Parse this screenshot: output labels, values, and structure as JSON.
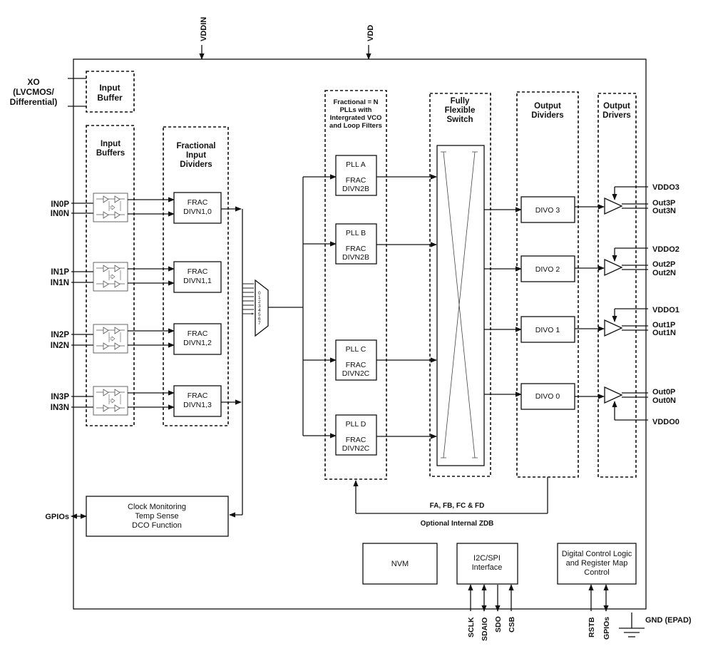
{
  "supplies": {
    "vddin": "VDDIN",
    "vdd": "VDD"
  },
  "xo": {
    "line1": "XO",
    "line2": "(LVCMOS/",
    "line3": "Differential)"
  },
  "input_buffer": {
    "line1": "Input",
    "line2": "Buffer"
  },
  "sections": {
    "input_buffers": [
      "Input",
      "Buffers"
    ],
    "fractional_input_dividers": [
      "Fractional",
      "Input",
      "Dividers"
    ],
    "plls_header": [
      "Fractional = N",
      "PLLs with",
      "Intergrated VCO",
      "and Loop Filters"
    ],
    "switch_header": [
      "Fully",
      "Flexible",
      "Switch"
    ],
    "output_dividers": [
      "Output",
      "Dividers"
    ],
    "output_drivers": [
      "Output",
      "Drivers"
    ]
  },
  "inputs": [
    {
      "p": "IN0P",
      "n": "IN0N",
      "div1": "FRAC",
      "div2": "DIVN1,0"
    },
    {
      "p": "IN1P",
      "n": "IN1N",
      "div1": "FRAC",
      "div2": "DIVN1,1"
    },
    {
      "p": "IN2P",
      "n": "IN2N",
      "div1": "FRAC",
      "div2": "DIVN1,2"
    },
    {
      "p": "IN3P",
      "n": "IN3N",
      "div1": "FRAC",
      "div2": "DIVN1,3"
    }
  ],
  "mux_labels": [
    "0",
    "1",
    "2",
    "3",
    "4",
    "5",
    "6",
    "7"
  ],
  "plls": [
    {
      "name": "PLL A",
      "frac": "FRAC",
      "div": "DIVN2B"
    },
    {
      "name": "PLL B",
      "frac": "FRAC",
      "div": "DIVN2B"
    },
    {
      "name": "PLL C",
      "frac": "FRAC",
      "div": "DIVN2C"
    },
    {
      "name": "PLL D",
      "frac": "FRAC",
      "div": "DIVN2C"
    }
  ],
  "output_divs": [
    "DIVO 3",
    "DIVO 2",
    "DIVO 1",
    "DIVO 0"
  ],
  "outputs": [
    {
      "vddo": "VDDO3",
      "p": "Out3P",
      "n": "Out3N"
    },
    {
      "vddo": "VDDO2",
      "p": "Out2P",
      "n": "Out2N"
    },
    {
      "vddo": "VDDO1",
      "p": "Out1P",
      "n": "Out1N"
    },
    {
      "vddo": "VDDO0",
      "p": "Out0P",
      "n": "Out0N"
    }
  ],
  "feedback": {
    "label": "FA, FB, FC & FD",
    "zdb": "Optional Internal ZDB"
  },
  "clock_monitor": {
    "line1": "Clock Monitoring",
    "line2": "Temp Sense",
    "line3": "DCO Function",
    "gpios": "GPIOs"
  },
  "nvm": "NVM",
  "i2c": {
    "line1": "I2C/SPI",
    "line2": "Interface",
    "pins": [
      "SCLK",
      "SDAIO",
      "SDO",
      "CSB"
    ]
  },
  "digital": {
    "line1": "Digital Control Logic",
    "line2": "and Register Map",
    "line3": "Control",
    "pins": [
      "RSTB",
      "GPIOs"
    ]
  },
  "ground": "GND (EPAD)"
}
